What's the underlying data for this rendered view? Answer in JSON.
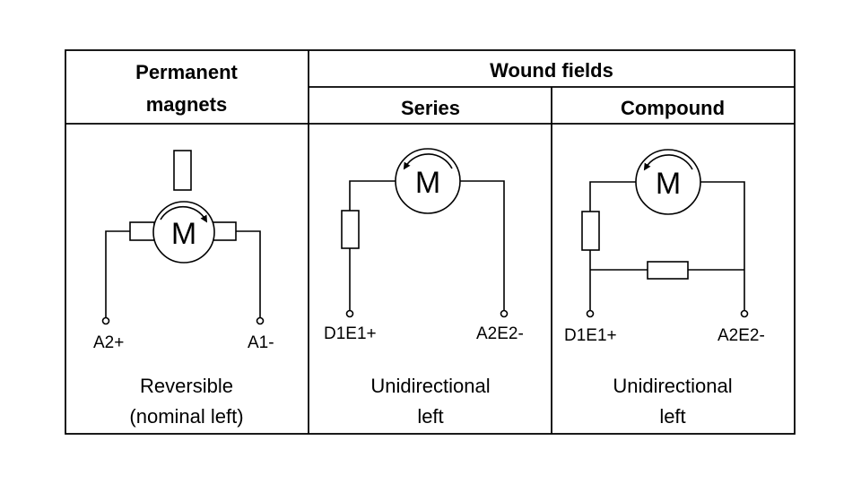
{
  "table": {
    "header_permanent_line1": "Permanent",
    "header_permanent_line2": "magnets",
    "header_wound": "Wound fields",
    "header_series": "Series",
    "header_compound": "Compound"
  },
  "permanent": {
    "motor_label": "M",
    "terminal_left": "A2+",
    "terminal_right": "A1-",
    "caption_line1": "Reversible",
    "caption_line2": "(nominal left)"
  },
  "series": {
    "motor_label": "M",
    "terminal_left": "D1E1+",
    "terminal_right": "A2E2-",
    "caption_line1": "Unidirectional",
    "caption_line2": "left"
  },
  "compound": {
    "motor_label": "M",
    "terminal_left": "D1E1+",
    "terminal_right": "A2E2-",
    "caption_line1": "Unidirectional",
    "caption_line2": "left"
  }
}
